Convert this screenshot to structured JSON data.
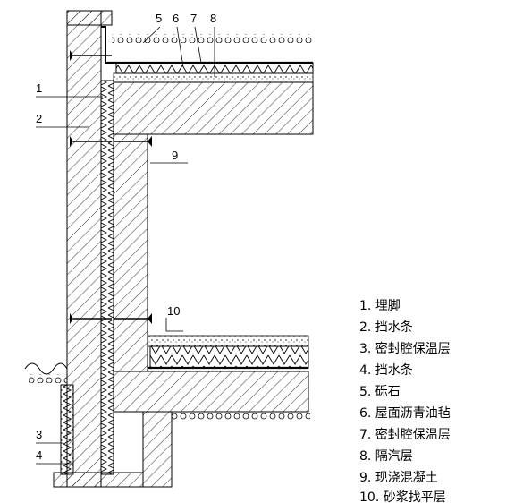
{
  "callouts": {
    "n1": "1",
    "n2": "2",
    "n3": "3",
    "n4": "4",
    "n5": "5",
    "n6": "6",
    "n7": "7",
    "n8": "8",
    "n9": "9",
    "n10": "10"
  },
  "legend": [
    "1. 埋脚",
    "2. 挡水条",
    "3. 密封腔保温层",
    "4. 挡水条",
    "5. 砾石",
    "6. 屋面沥青油毡",
    "7. 密封腔保温层",
    "8. 隔汽层",
    "9. 现浇混凝土",
    "10. 砂浆找平层"
  ]
}
